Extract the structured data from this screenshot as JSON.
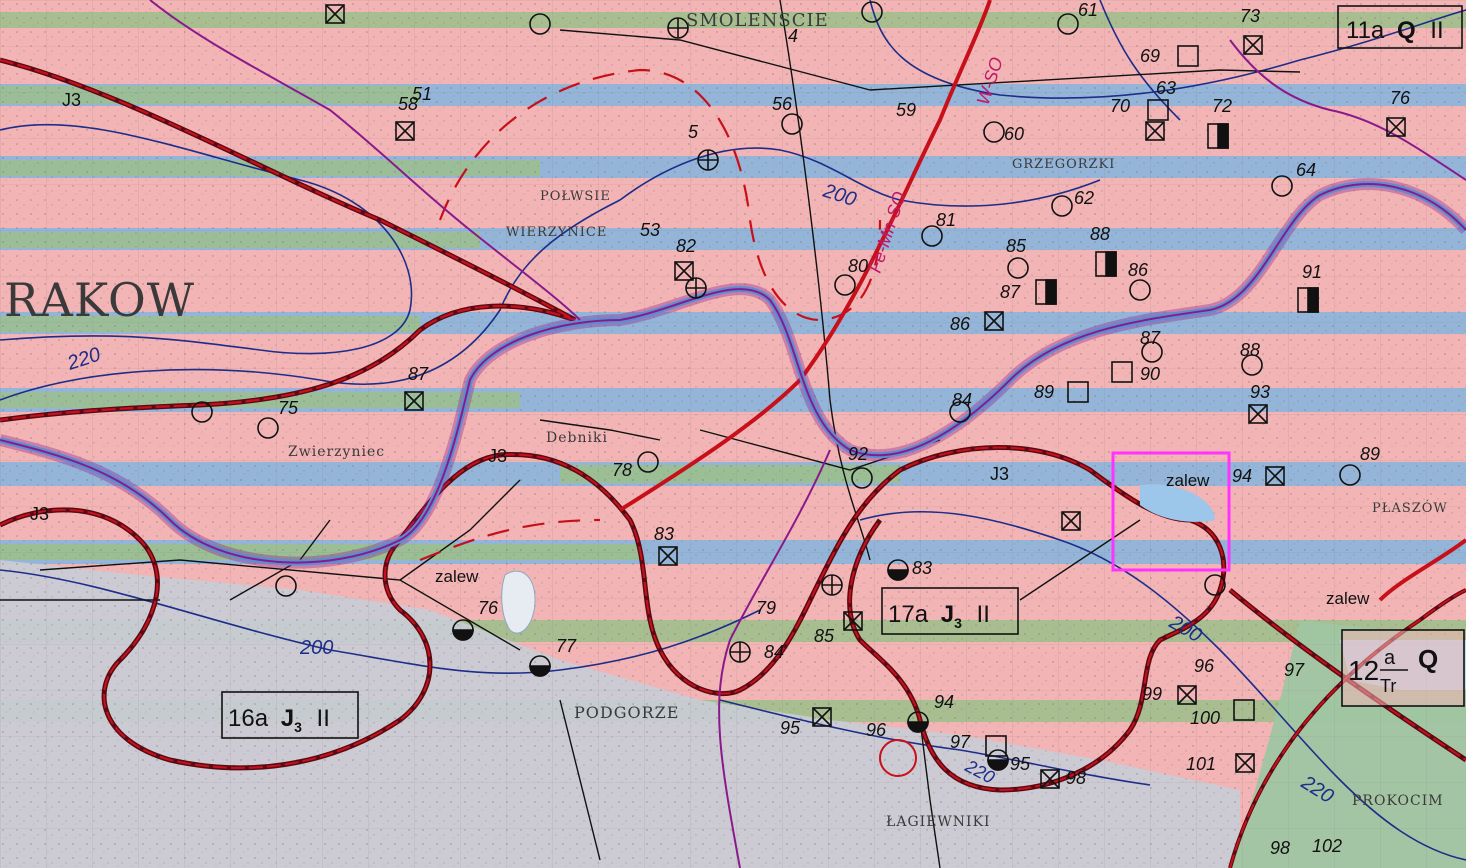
{
  "colors": {
    "background_pink": "#f2b4b4",
    "band_blue": "#8ab4dc",
    "band_green": "#9cc08a",
    "urban_grey": "#c9ccd6",
    "green_area": "#9fc6a2",
    "fault_red": "#c8101a",
    "boundary_dark": "#5a0a14",
    "river_purple": "#8a1a8c",
    "river_blue": "#5a8ed0",
    "contour_navy": "#1c2d8a",
    "selection_magenta": "#ff33ff"
  },
  "place_names": {
    "krakow": "RAKOW",
    "zwierzyniec": "Zwierzyniec",
    "debniki": "Debniki",
    "podgorze": "PODGORZE",
    "lagiewniki": "ŁAGIEWNIKI",
    "polwsie": "POŁWSIE",
    "wierzynice": "WIERZYNICE",
    "prokocim": "PROKOCIM",
    "plaszow": "PŁASZÓW",
    "grzegorzki": "GRZEGORZKI",
    "smolenskie": "SMOLENSCIE"
  },
  "zalew_labels": [
    "zalew",
    "zalew",
    "zalew"
  ],
  "contour_labels": [
    "200",
    "220",
    "200",
    "200",
    "220",
    "220"
  ],
  "magenta_labels": [
    "Fe-Mn-SO",
    "W-SO"
  ],
  "units": {
    "u16a": {
      "num": "16a",
      "sym": "J",
      "sub": "3",
      "cls": "II"
    },
    "u17a": {
      "num": "17a",
      "sym": "J",
      "sub": "3",
      "cls": "II"
    },
    "u11a": {
      "num": "11a",
      "sym": "Q",
      "cls": "II"
    },
    "u12a": {
      "num": "12",
      "frac_top": "a",
      "frac_bot": "Tr",
      "sym": "Q"
    }
  },
  "j3_labels": [
    "J3",
    "J3",
    "J3",
    "J3"
  ],
  "well_numbers": [
    "58",
    "61",
    "73",
    "69",
    "63",
    "76",
    "56",
    "59",
    "60",
    "70",
    "72",
    "64",
    "5",
    "4",
    "62",
    "53",
    "82",
    "85",
    "88",
    "86",
    "80",
    "81",
    "87",
    "91",
    "86",
    "87",
    "88",
    "89",
    "90",
    "93",
    "75",
    "87",
    "84",
    "78",
    "92",
    "94",
    "89",
    "83",
    "76",
    "77",
    "79",
    "84",
    "85",
    "83",
    "95",
    "96",
    "94",
    "97",
    "95",
    "98",
    "99",
    "100",
    "96",
    "97",
    "101",
    "98",
    "102",
    "51"
  ]
}
